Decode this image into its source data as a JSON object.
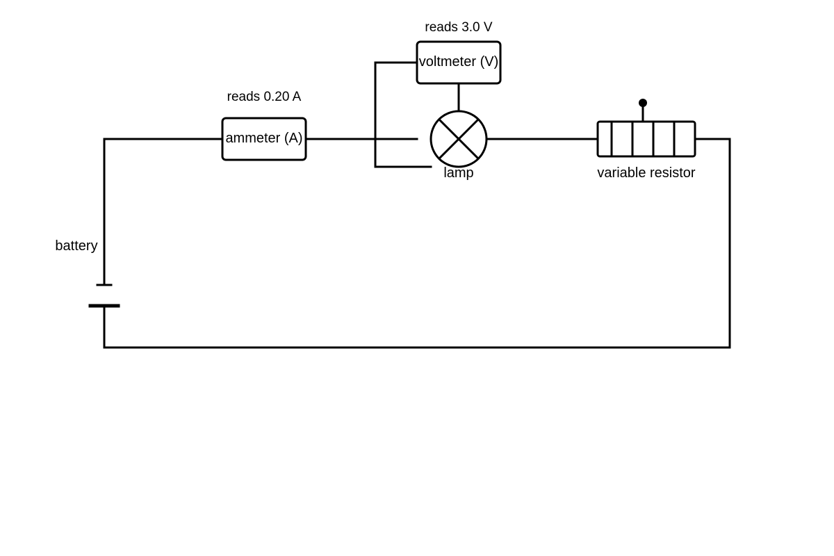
{
  "diagram": {
    "components": {
      "battery": {
        "label": "battery"
      },
      "ammeter": {
        "label": "ammeter (A)",
        "reading": "reads 0.20 A"
      },
      "voltmeter": {
        "label": "voltmeter (V)",
        "reading": "reads 3.0 V"
      },
      "lamp": {
        "label": "lamp"
      },
      "variable_resistor": {
        "label": "variable resistor"
      }
    },
    "colors": {
      "line": "#000000",
      "background": "#ffffff"
    }
  }
}
